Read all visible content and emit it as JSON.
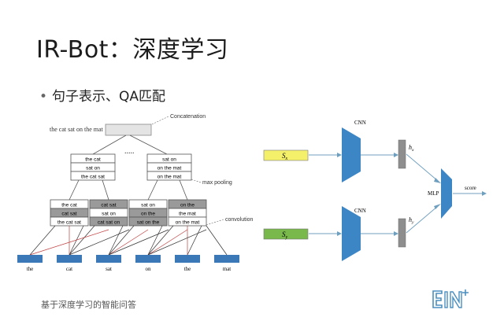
{
  "slide": {
    "title": "IR-Bot：深度学习",
    "bullet": "句子表示、QA匹配",
    "footer": "基于深度学习的智能问答",
    "logo_text": "EIN+"
  },
  "left_diagram": {
    "sentence": "the cat sat on the mat",
    "concatenation_label": "Concatenation",
    "ellipsis": ".....",
    "max_pooling_label": "max pooling",
    "convolution_label": "convolution",
    "pooled_left": [
      "the cat",
      "sat on",
      "the cat sat"
    ],
    "pooled_right": [
      "sat on",
      "on the mat",
      "on the mat"
    ],
    "conv_columns": [
      [
        "the cat",
        "cat sat",
        "the cat sat"
      ],
      [
        "cat sat",
        "sat on",
        "cat sat on"
      ],
      [
        "sat on",
        "on the",
        "sat on the"
      ],
      [
        "on the",
        "the mat",
        "on the mat"
      ]
    ],
    "words": [
      "the",
      "cat",
      "sat",
      "on",
      "the",
      "mat"
    ]
  },
  "right_diagram": {
    "sx": "S",
    "sx_sub": "x",
    "sy": "S",
    "sy_sub": "y",
    "cnn_top": "CNN",
    "cnn_bottom": "CNN",
    "hx": "h",
    "hx_sub": "x",
    "hy": "h",
    "hy_sub": "y",
    "mlp": "MLP",
    "score": "score"
  },
  "colors": {
    "word_block": "#3a78b8",
    "cnn_trapezoid": "#3d86c6",
    "sx_fill": "#f4f06a",
    "sy_fill": "#79b84a",
    "gray_cell": "#9a9a9a",
    "arrow": "#6f9fbf",
    "logo": "#4a8fc0"
  }
}
